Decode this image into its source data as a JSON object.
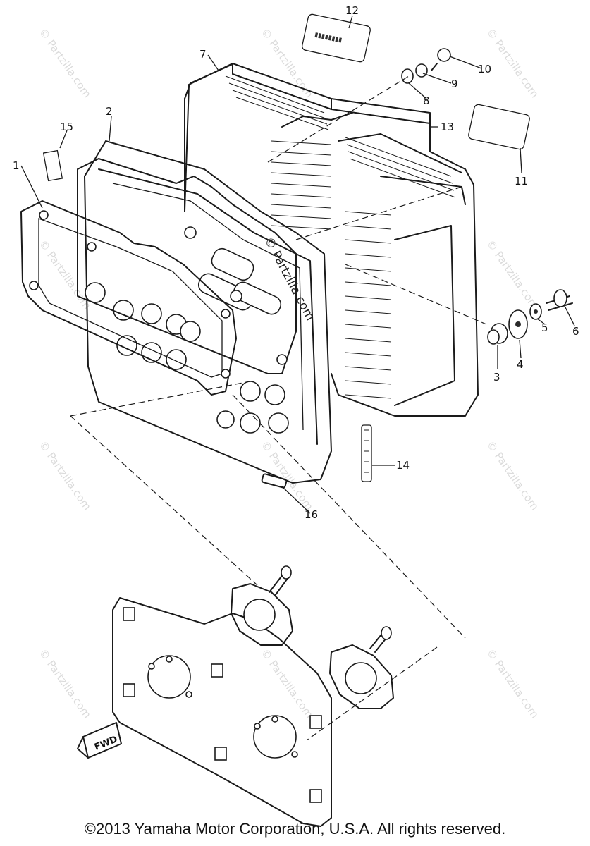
{
  "diagram": {
    "part_numbers": [
      "1",
      "2",
      "3",
      "4",
      "5",
      "6",
      "7",
      "8",
      "9",
      "10",
      "11",
      "12",
      "13",
      "14",
      "15",
      "16"
    ],
    "fwd_label": "FWD",
    "watermark_text": "© Partzilla.com",
    "center_watermark": "© Partzilla.com"
  },
  "footer": {
    "copyright": "©2013 Yamaha Motor Corporation, U.S.A. All rights reserved."
  }
}
